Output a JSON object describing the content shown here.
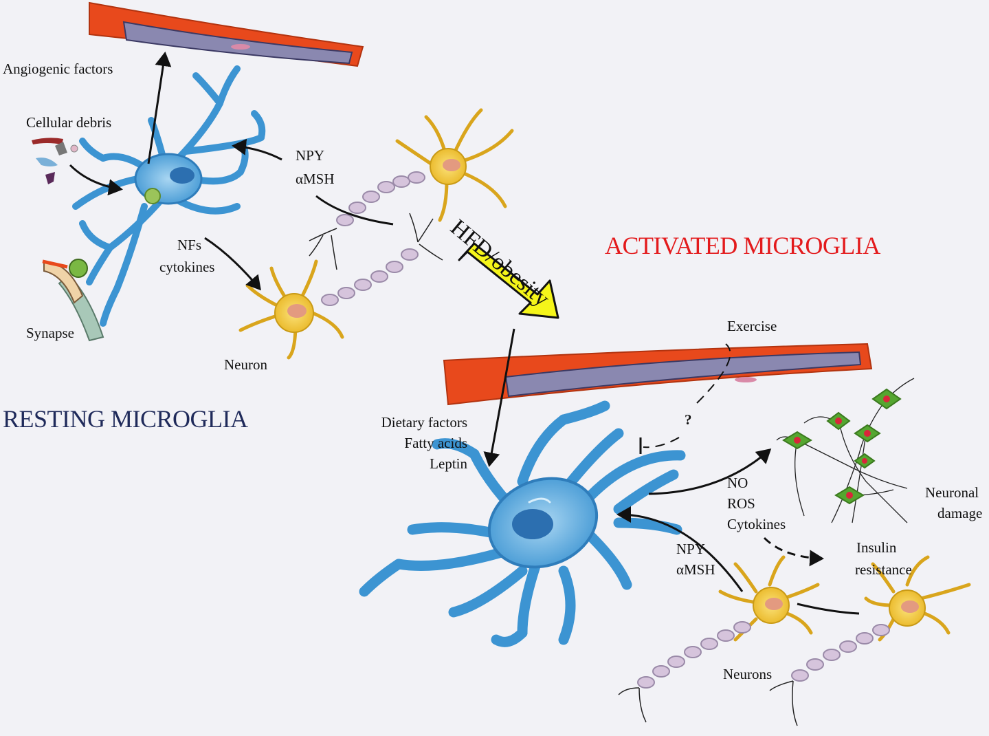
{
  "resting": {
    "title": "RESTING MICROGLIA",
    "angiogenic": "Angiogenic factors",
    "debris": "Cellular debris",
    "synapse": "Synapse",
    "npy": "NPY",
    "amsh": "αMSH",
    "nfs": "NFs",
    "cytokines": "cytokines",
    "neuron": "Neuron"
  },
  "transition": {
    "label": "HFD/obesity"
  },
  "activated": {
    "title": "ACTIVATED MICROGLIA",
    "exercise": "Exercise",
    "question": "?",
    "dietary": "Dietary factors",
    "fatty": "Fatty acids",
    "leptin": "Leptin",
    "no": "NO",
    "ros": "ROS",
    "cytokines": "Cytokines",
    "neuronal1": "Neuronal",
    "neuronal2": "damage",
    "npy": "NPY",
    "amsh": "αMSH",
    "insulin1": "Insulin",
    "insulin2": "resistance",
    "neurons": "Neurons"
  },
  "colors": {
    "resting_title": "#1f2a5a",
    "activated_title": "#e31a1c",
    "arrow_fill": "#f5f51a",
    "microglia": "#4ba0d8",
    "neuron": "#f2c530",
    "vessel_outer": "#e8491c",
    "vessel_inner": "#8a88b0"
  }
}
